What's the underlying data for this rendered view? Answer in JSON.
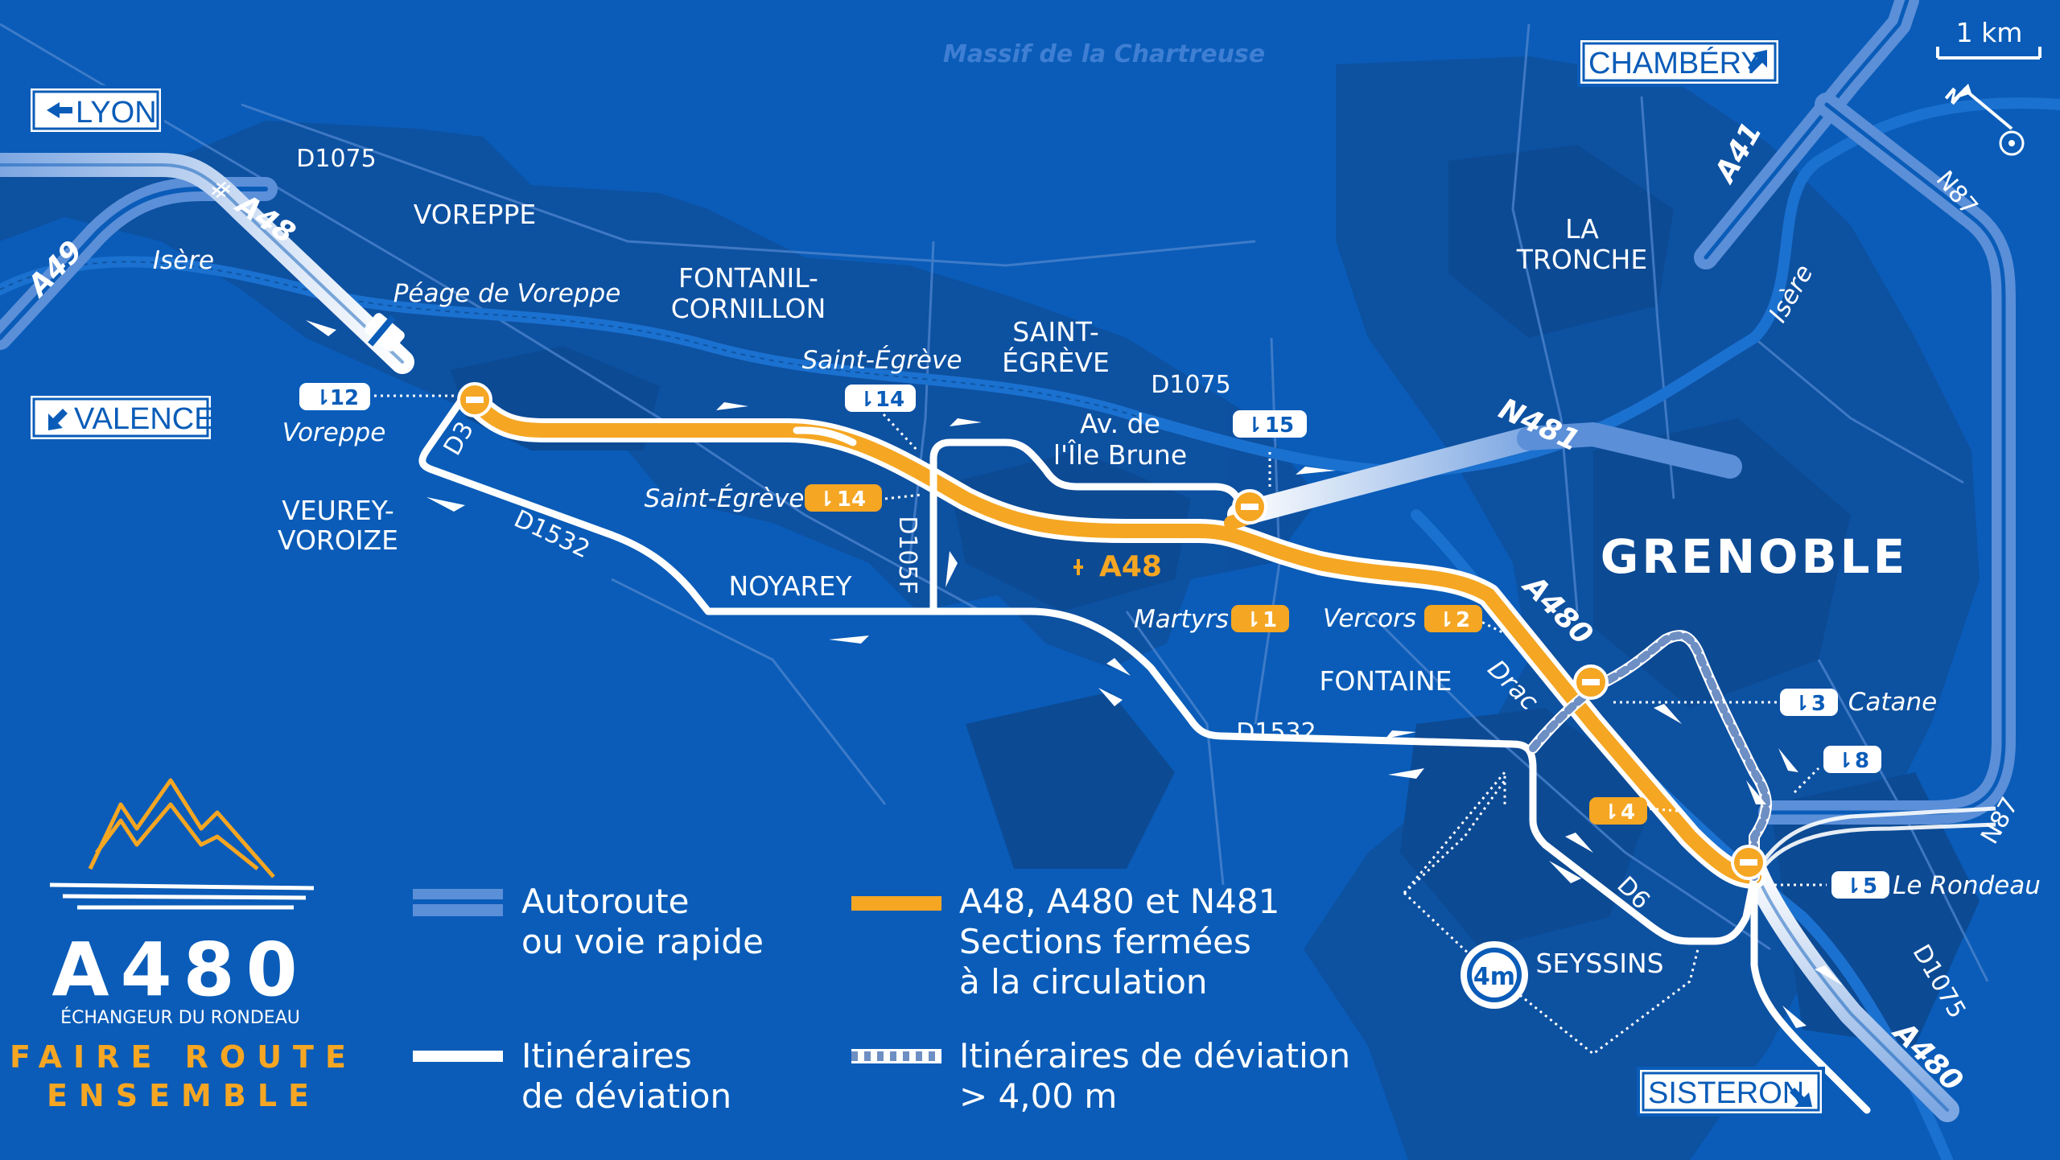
{
  "title": {
    "region": "Massif de la Chartreuse",
    "city": "GRENOBLE"
  },
  "scale": {
    "label": "1 km"
  },
  "signs": {
    "lyon": "LYON",
    "valence": "VALENCE",
    "chambery": "CHAMBÉRY",
    "sisteron": "SISTERON"
  },
  "places": {
    "voreppe": "VOREPPE",
    "fontanil_1": "FONTANIL-",
    "fontanil_2": "CORNILLON",
    "saint_egreve_1": "SAINT-",
    "saint_egreve_2": "ÉGRÈVE",
    "la_tronche_1": "LA",
    "la_tronche_2": "TRONCHE",
    "veurey_1": "VEUREY-",
    "veurey_2": "VOROIZE",
    "noyarey": "NOYAREY",
    "fontaine": "FONTAINE",
    "seyssins": "SEYSSINS",
    "ile_brune_1": "Av. de",
    "ile_brune_2": "l'Île Brune"
  },
  "rivers": {
    "isere_west": "Isère",
    "isere_east": "Isère",
    "drac": "Drac"
  },
  "roads": {
    "a48": "A48",
    "a49": "A49",
    "a41": "A41",
    "a480_mid": "A480",
    "a480_south": "A480",
    "n481": "N481",
    "n87_north": "N87",
    "n87_south": "N87",
    "d1075_west": "D1075",
    "d1075_mid": "D1075",
    "d1075_south": "D1075",
    "d1532_west": "D1532",
    "d1532_east": "D1532",
    "d3": "D3",
    "d105f": "D105F",
    "d6": "D6",
    "a48_closed": "A48"
  },
  "labels": {
    "peage": "Péage de Voreppe",
    "voreppe_exit": "Voreppe",
    "saint_egreve_top": "Saint-Égrève",
    "saint_egreve_exit": "Saint-Égrève",
    "martyrs": "Martyrs",
    "vercors": "Vercors",
    "catane": "Catane",
    "rondeau": "Le Rondeau",
    "height_limit": "4m"
  },
  "exits": {
    "e12": "12",
    "e14_top": "14",
    "e14_mid": "14",
    "e15": "15",
    "e1": "1",
    "e2": "2",
    "e3": "3",
    "e4": "4",
    "e5": "5",
    "e8": "8"
  },
  "legend": {
    "autoroute_1": "Autoroute",
    "autoroute_2": "ou voie rapide",
    "closed_1": "A48, A480 et N481",
    "closed_2": "Sections fermées",
    "closed_3": "à la circulation",
    "detour_1": "Itinéraires",
    "detour_2": "de déviation",
    "high_1": "Itinéraires de déviation",
    "high_2": "> 4,00 m"
  },
  "brand": {
    "name": "A480",
    "subtitle": "ÉCHANGEUR DU RONDEAU",
    "slogan_1": "FAIRE ROUTE",
    "slogan_2": "ENSEMBLE"
  },
  "colors": {
    "background": "#0a5cb8",
    "highway": "#5b8fd8",
    "closed": "#f5a623",
    "detour": "#ffffff",
    "urban": "#0d4f9e"
  }
}
